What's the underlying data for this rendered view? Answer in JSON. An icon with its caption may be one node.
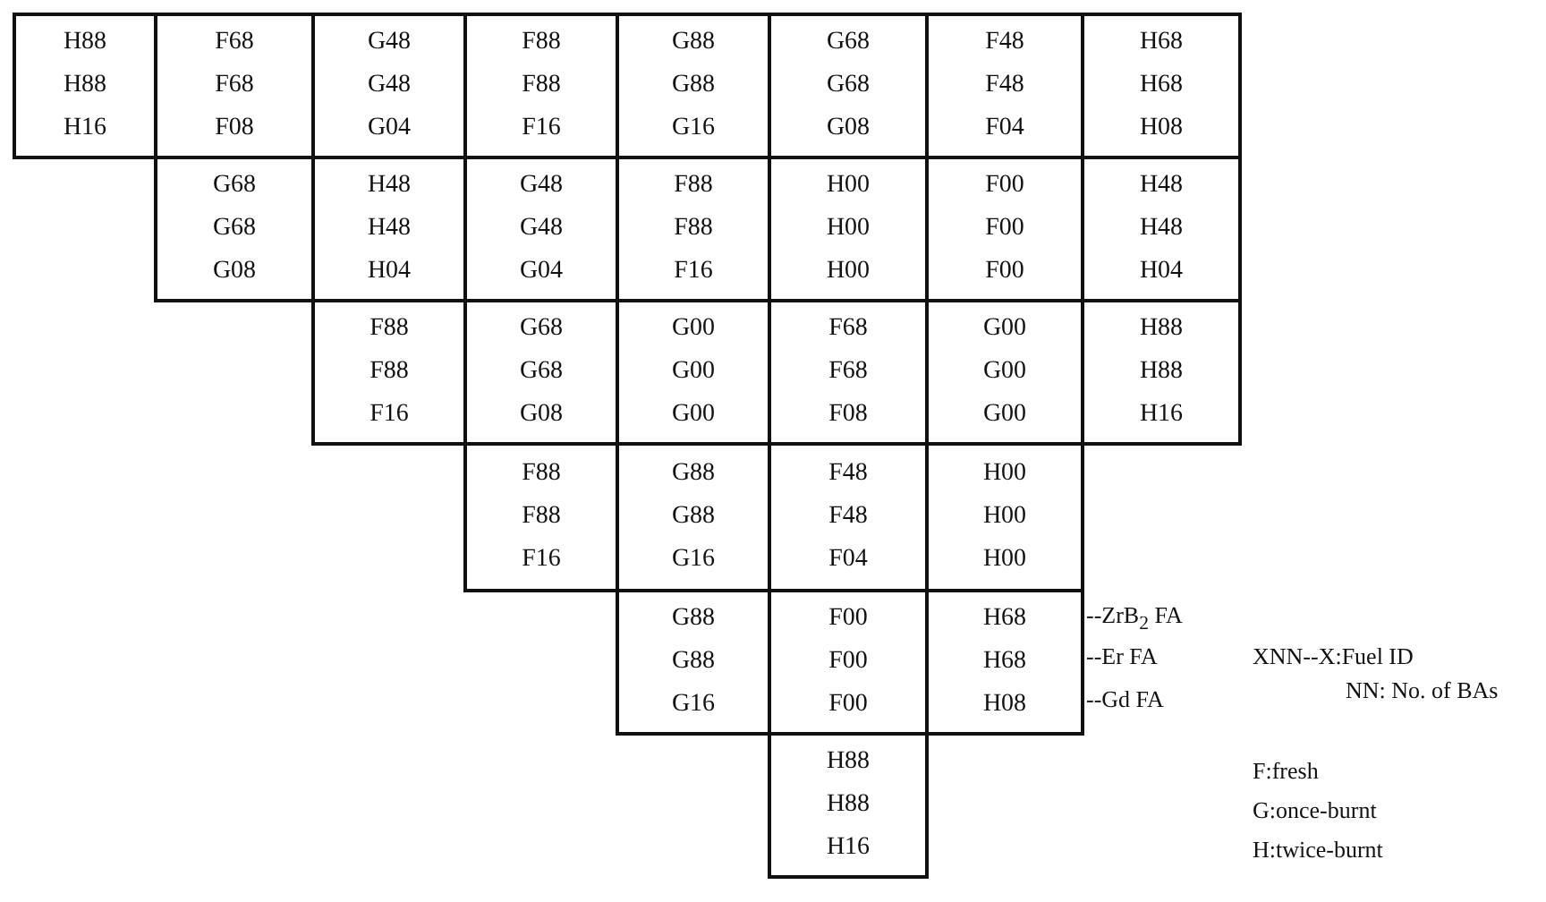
{
  "diagram": {
    "nodes": [
      {
        "text": [
          "H88",
          "H88",
          "H16"
        ]
      },
      {
        "text": [
          "F68",
          "F68",
          "F08"
        ]
      },
      {
        "text": [
          "G48",
          "G48",
          "G04"
        ]
      },
      {
        "text": [
          "F88",
          "F88",
          "F16"
        ]
      },
      {
        "text": [
          "G88",
          "G88",
          "G16"
        ]
      },
      {
        "text": [
          "G68",
          "G68",
          "G08"
        ]
      },
      {
        "text": [
          "F48",
          "F48",
          "F04"
        ]
      },
      {
        "text": [
          "H68",
          "H68",
          "H08"
        ]
      },
      {
        "text": [
          "G68",
          "G68",
          "G08"
        ]
      },
      {
        "text": [
          "H48",
          "H48",
          "H04"
        ]
      },
      {
        "text": [
          "G48",
          "G48",
          "G04"
        ]
      },
      {
        "text": [
          "F88",
          "F88",
          "F16"
        ]
      },
      {
        "text": [
          "H00",
          "H00",
          "H00"
        ]
      },
      {
        "text": [
          "F00",
          "F00",
          "F00"
        ]
      },
      {
        "text": [
          "H48",
          "H48",
          "H04"
        ]
      },
      {
        "text": [
          "F88",
          "F88",
          "F16"
        ]
      },
      {
        "text": [
          "G68",
          "G68",
          "G08"
        ]
      },
      {
        "text": [
          "G00",
          "G00",
          "G00"
        ]
      },
      {
        "text": [
          "F68",
          "F68",
          "F08"
        ]
      },
      {
        "text": [
          "G00",
          "G00",
          "G00"
        ]
      },
      {
        "text": [
          "H88",
          "H88",
          "H16"
        ]
      },
      {
        "text": [
          "F88",
          "F88",
          "F16"
        ]
      },
      {
        "text": [
          "G88",
          "G88",
          "G16"
        ]
      },
      {
        "text": [
          "F48",
          "F48",
          "F04"
        ]
      },
      {
        "text": [
          "H00",
          "H00",
          "H00"
        ]
      },
      {
        "text": [
          "G88",
          "G88",
          "G16"
        ]
      },
      {
        "text": [
          "F00",
          "F00",
          "F00"
        ]
      },
      {
        "text": [
          "H68",
          "H68",
          "H08"
        ]
      },
      {
        "text": [
          "H88",
          "H88",
          "H16"
        ]
      }
    ],
    "labels": [
      "--ZrB$_{2}$ FA",
      "--Er FA",
      "--Gd FA",
      "XNN--X:Fuel ID",
      "NN: No. of BAs",
      "F:fresh",
      "G:once-burnt",
      "H:twice-burnt"
    ]
  }
}
